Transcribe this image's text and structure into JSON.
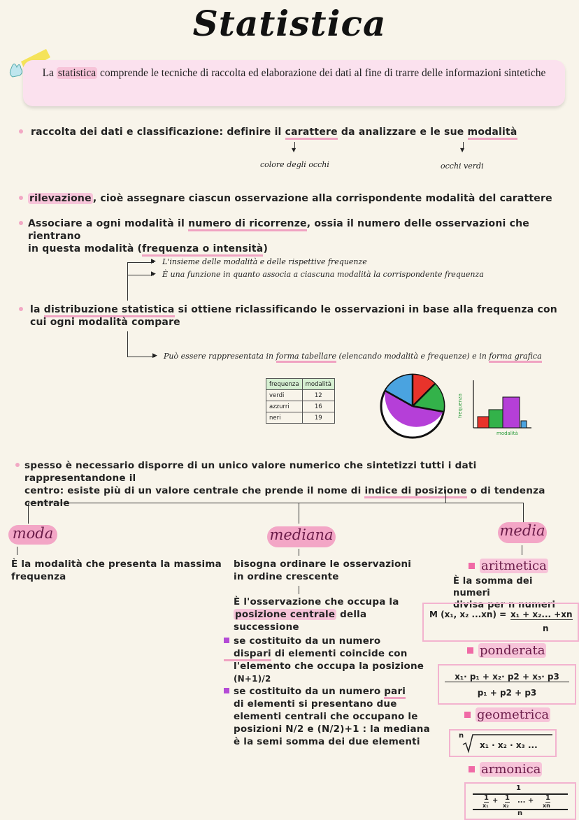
{
  "title": "Statistica",
  "intro": {
    "part1": "La ",
    "highlight": "statistica",
    "part2": " comprende le tecniche di raccolta ed elaborazione dei dati al fine di trarre delle informazioni sintetiche"
  },
  "b1": {
    "t1": "raccolta dei dati e classificazione: definire il ",
    "carattere": "carattere",
    "t2": " da analizzare e le sue ",
    "modalita": "modalità",
    "note1": "colore degli occhi",
    "note2": "occhi verdi"
  },
  "b2": {
    "rilevazione": "rilevazione",
    "rest": ", cioè assegnare ciascun osservazione alla corrispondente modalità del carattere"
  },
  "b3": {
    "t1": "Associare a ogni modalità il ",
    "num": "numero di ricorrenze",
    "t2": ", ossia il numero delle osservazioni che rientrano",
    "line2a": "in questa modalità (",
    "freq": "frequenza o intensità",
    "line2b": ")"
  },
  "branch1": "L'insieme delle modalità e delle rispettive frequenze",
  "branch2": "È una funzione in quanto associa a ciascuna modalità la corrispondente frequenza",
  "b4": {
    "t1": "la ",
    "dist": "distribuzione statistica",
    "t2": " si ottiene riclassificando le osservazioni in base alla frequenza con",
    "line2": "cui ogni modalità compare"
  },
  "repr": {
    "t1": "Può essere rappresentata in ",
    "tab": "forma tabellare",
    "t2": " (elencando modalità e frequenze) e in ",
    "graf": "forma grafica"
  },
  "table": {
    "headers": [
      "frequenza",
      "modalità"
    ],
    "rows": [
      [
        "verdi",
        "12"
      ],
      [
        "azzurri",
        "16"
      ],
      [
        "neri",
        "19"
      ]
    ]
  },
  "histogram": {
    "ylabel": "frequenza",
    "xlabel": "modalità"
  },
  "b5": {
    "line1": "spesso è necessario disporre di un unico valore numerico che sintetizzi tutti i dati rappresentandone il",
    "line2a": "centro: esiste più di un valore centrale che prende il nome di ",
    "ind": "indice di posizione",
    "line2b": " o di tendenza centrale"
  },
  "moda": {
    "label": "moda",
    "text1": "È la modalità che presenta la massima",
    "text2": "frequenza"
  },
  "mediana": {
    "label": "mediana",
    "l1": "bisogna ordinare le osservazioni",
    "l2": "in ordine crescente",
    "l3": "È l'osservazione che occupa la",
    "pos": "posizione centrale",
    "l4b": " della",
    "l5": "successione",
    "s1a": "se costituito da un numero",
    "dispari": "dispari",
    "s1b": " di elementi coincide con",
    "s1c": "l'elemento che occupa la posizione",
    "s1d": "(N+1)/2",
    "s2a": "se costituito da un numero ",
    "pari": "pari",
    "s2b": "di elementi si presentano due",
    "s2c": "elementi centrali che occupano le",
    "s2d": "posizioni  N/2 e (N/2)+1 : la mediana",
    "s2e": "è la semi somma dei due elementi"
  },
  "media": {
    "label": "media",
    "arit": "aritmetica",
    "arit1": "È la somma dei numeri",
    "arit2": "divisa per n numeri",
    "f1lhs": "M (x₁, x₂ ...xn) =",
    "f1num": "x₁ + x₂... +xn",
    "f1den": "n",
    "pond": "ponderata",
    "f2num": "x₁· p₁ + x₂· p2 + x₃· p3",
    "f2den": "p₁ + p2 + p3",
    "geom": "geometrica",
    "f3root": "n",
    "f3": "x₁ · x₂ · x₃ ...",
    "arm": "armonica",
    "f4top": "1",
    "f4a": "1",
    "f4ad": "x₁",
    "f4b": "1",
    "f4bd": "x₂",
    "f4mid": "... +",
    "f4c": "1",
    "f4cd": "xn",
    "f4den": "n"
  }
}
